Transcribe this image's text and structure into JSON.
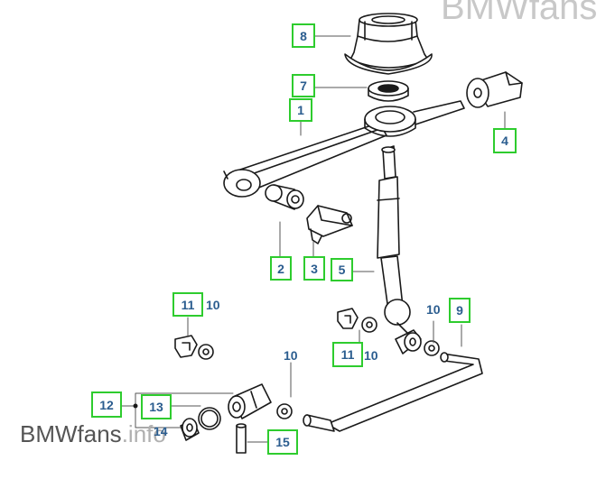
{
  "watermark": {
    "top": "BMWfans",
    "bottom_main": "BMWfans",
    "bottom_suffix": ".info"
  },
  "callouts": {
    "c1": "1",
    "c2": "2",
    "c3": "3",
    "c4": "4",
    "c5": "5",
    "c7": "7",
    "c8": "8",
    "c9": "9",
    "c11a": "11",
    "c11b": "11",
    "c12": "12",
    "c13": "13",
    "c15": "15"
  },
  "labels": {
    "l10a": "10",
    "l10b": "10",
    "l10c": "10",
    "l10d": "10",
    "l14": "14"
  },
  "colors": {
    "callout_border": "#2ecc2e",
    "label_text": "#2b5d8f",
    "line_art": "#1a1a1a",
    "watermark": "#c8c8c8"
  }
}
